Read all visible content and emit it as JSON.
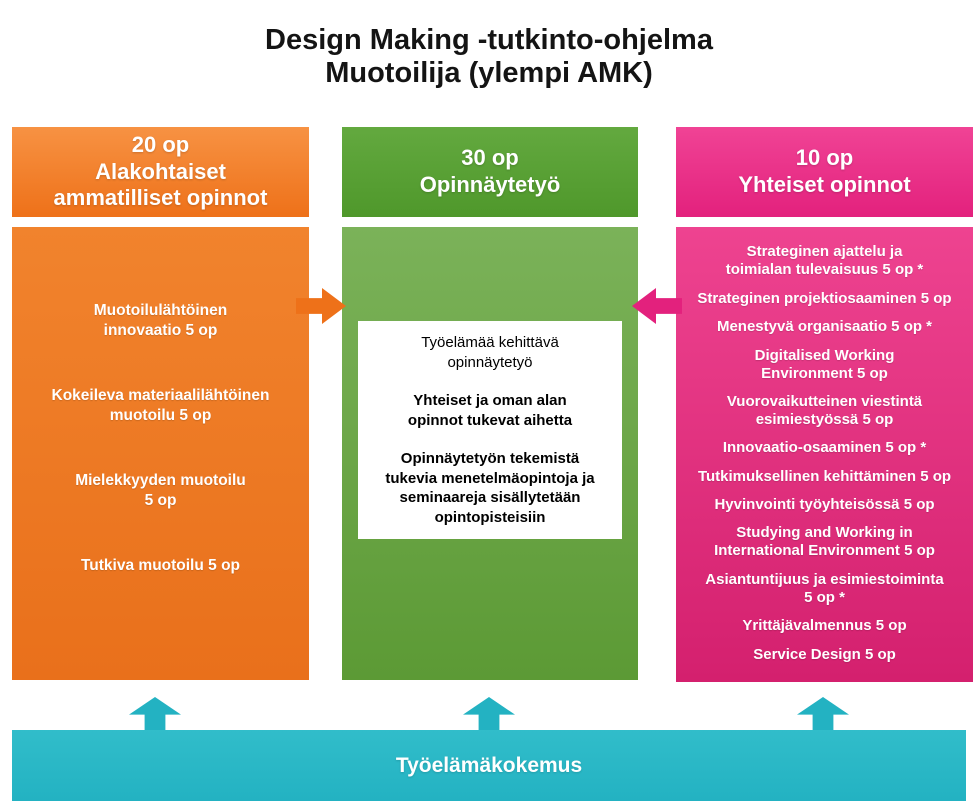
{
  "title": {
    "line1": "Design Making -tutkinto-ohjelma",
    "line2": "Muotoilija (ylempi AMK)"
  },
  "columns": [
    {
      "header_op": "20 op",
      "header_label": "Alakohtaiset\nammatilliset opinnot",
      "items": [
        "Muotoilulähtöinen\ninnovaatio 5 op",
        "Kokeileva materiaalilähtöinen\nmuotoilu 5 op",
        "Mielekkyyden muotoilu\n5 op",
        "Tutkiva muotoilu 5 op"
      ]
    },
    {
      "header_op": "30 op",
      "header_label": "Opinnäytetyö",
      "note_box": {
        "paragraphs": [
          "Työelämää kehittävä\nopinnäytetyö",
          "Yhteiset ja oman alan\nopinnot tukevat aihetta",
          "Opinnäytetyön tekemistä\ntukevia menetelmäopintoja ja\nseminaareja sisällytetään\nopintopisteisiin"
        ]
      }
    },
    {
      "header_op": "10 op",
      "header_label": "Yhteiset opinnot",
      "items": [
        "Strateginen ajattelu ja\ntoimialan tulevaisuus 5 op *",
        "Strateginen projektiosaaminen 5 op",
        "Menestyvä organisaatio 5 op *",
        "Digitalised Working\nEnvironment 5 op",
        "Vuorovaikutteinen viestintä\nesimiestyössä 5 op",
        "Innovaatio-osaaminen 5 op *",
        "Tutkimuksellinen kehittäminen 5 op",
        "Hyvinvointi työyhteisössä 5 op",
        "Studying and Working in\nInternational Environment 5 op",
        "Asiantuntijuus ja esimiestoiminta\n5 op *",
        "Yrittäjävalmennus 5 op",
        "Service Design 5 op"
      ]
    }
  ],
  "bottom_bar": {
    "label": "Työelämäkokemus"
  },
  "colors": {
    "orange": "#EE7119",
    "orange-light": "#F79243",
    "green": "#5C9A35",
    "green-light": "#7BB259",
    "pink": "#E3217D",
    "pink-light": "#F04395",
    "teal": "#23B2C2",
    "title-text": "#141414"
  }
}
